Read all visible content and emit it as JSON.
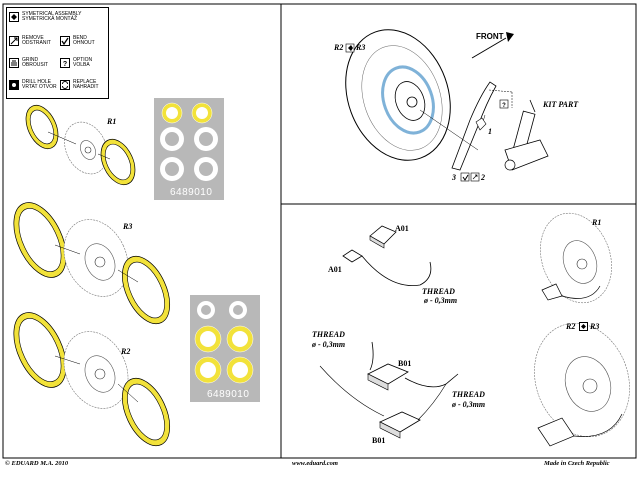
{
  "legend": {
    "items": [
      {
        "icon": "symmetrical-assembly-icon",
        "text1": "SYMETRICAL ASSEMBLY",
        "text2": "SYMETRICKÁ MONTÁŽ"
      },
      {
        "icon": "remove-icon",
        "text1": "REMOVE",
        "text2": "ODSTRANIT"
      },
      {
        "icon": "bend-icon",
        "text1": "BEND",
        "text2": "OHNOUT"
      },
      {
        "icon": "grind-icon",
        "text1": "GRIND",
        "text2": "OBROUSIT"
      },
      {
        "icon": "option-icon",
        "text1": "OPTION",
        "text2": "VOLBA"
      },
      {
        "icon": "drill-hole-icon",
        "text1": "DRILL HOLE",
        "text2": "VRTAT OTVOR"
      },
      {
        "icon": "replace-icon",
        "text1": "REPLACE",
        "text2": "NAHRADIT"
      }
    ]
  },
  "left": {
    "labels": {
      "r1": "R1",
      "r3": "R3",
      "r2": "R2"
    },
    "sheet_top": "6489010",
    "sheet_bottom": "6489010"
  },
  "top_right": {
    "front": "FRONT",
    "r2": "R2",
    "r3": "R3",
    "kit_part": "KIT PART",
    "num_one": "1",
    "num_three": "3",
    "num_two": "2"
  },
  "bottom_right": {
    "a01_top": "A01",
    "a01_left": "A01",
    "thread_1": "THREAD",
    "thread_1_dim": "ø - 0,3mm",
    "thread_2": "THREAD",
    "thread_2_dim": "ø - 0,3mm",
    "thread_3": "THREAD",
    "thread_3_dim": "ø - 0,3mm",
    "b01_top": "B01",
    "b01_bottom": "B01",
    "r1": "R1",
    "r2": "R2",
    "r3": "R3"
  },
  "footer": {
    "copyright": "© EDUARD  M.A. 2010",
    "website": "www.eduard.com",
    "made_in": "Made in Czech Republic"
  },
  "colors": {
    "mask_yellow": "#f2e23a",
    "mask_grey_sheet": "#b8b8b8",
    "hub_blue": "#7fb2d8"
  }
}
